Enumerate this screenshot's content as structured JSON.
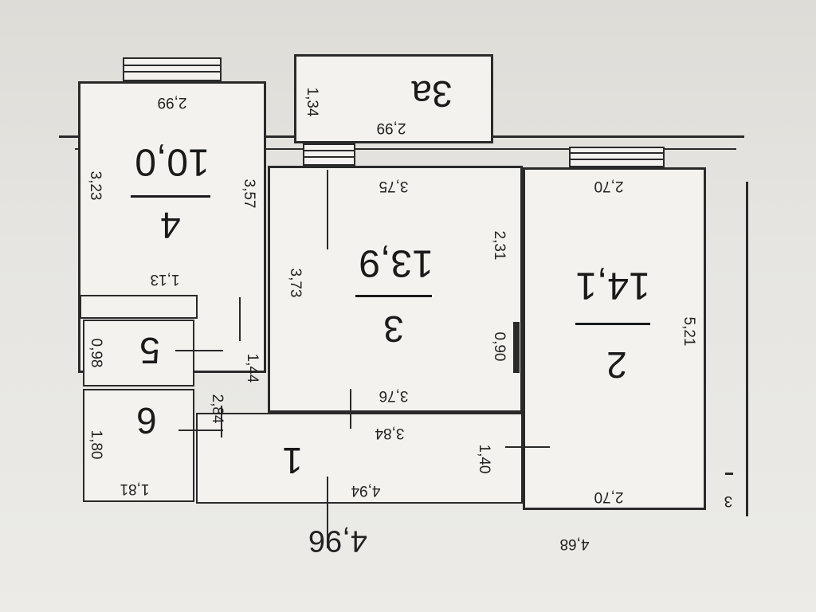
{
  "rooms": [
    {
      "id": "1",
      "number": "1",
      "area": ""
    },
    {
      "id": "2",
      "number": "2",
      "area": "14,1"
    },
    {
      "id": "3",
      "number": "3",
      "area": "13,9"
    },
    {
      "id": "3a",
      "number": "3а",
      "area": ""
    },
    {
      "id": "4",
      "number": "4",
      "area": "10,0"
    },
    {
      "id": "5",
      "number": "5",
      "area": ""
    },
    {
      "id": "6",
      "number": "6",
      "area": ""
    }
  ],
  "dimensions": {
    "room2_width_top": "2,70",
    "room2_width_bottom": "2,70",
    "room2_length": "5,21",
    "room3_width_top": "3,76",
    "room3_width_bottom": "3,75",
    "room3_left_height": "3,73",
    "room3_right_height": "2,31",
    "room3_door": "0,90",
    "room4_width": "2,99",
    "room4_left_height": "3,23",
    "room4_right_height": "3,57",
    "room4_sub_width": "1,13",
    "room3a_width": "2,99",
    "room3a_height": "1,34",
    "corridor_width": "3,84",
    "corridor_length": "4,94",
    "corridor_height_right": "1,40",
    "corridor_height_left": "2,84",
    "corridor_gap": "1,44",
    "room5_height": "0,98",
    "room6_height": "1,80",
    "room6_width": "1,81",
    "total_width": "4,68",
    "outer_width_large": "4,96",
    "side_mark": "3"
  }
}
